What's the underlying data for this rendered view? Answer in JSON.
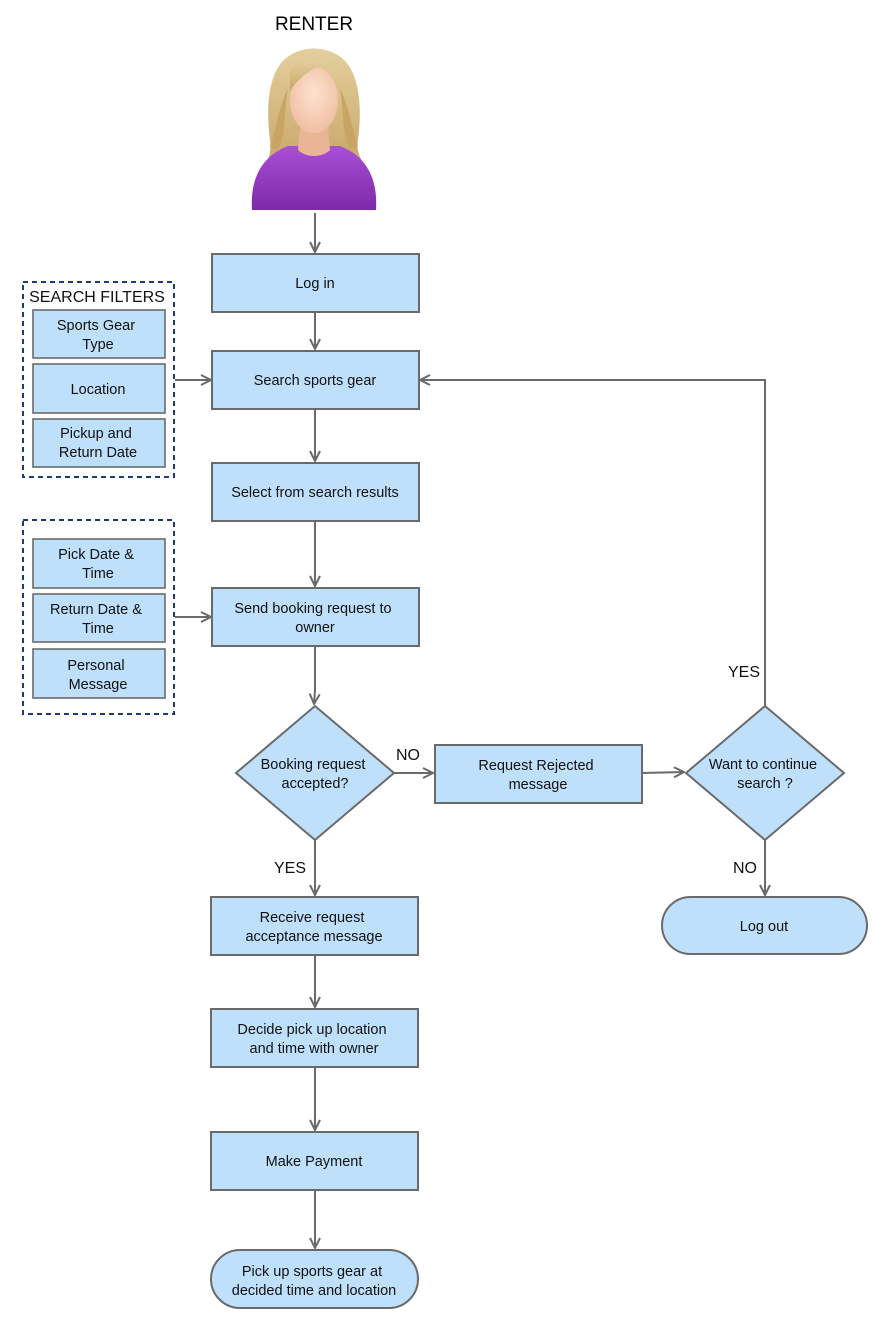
{
  "actor": {
    "title": "RENTER",
    "icon": "woman-avatar-icon"
  },
  "nodes": {
    "login": "Log in",
    "search": "Search sports gear",
    "select": "Select from search results",
    "send_booking": [
      "Send booking request to",
      "owner"
    ],
    "booking_accepted": [
      "Booking request",
      "accepted?"
    ],
    "rejected": [
      "Request Rejected",
      "message"
    ],
    "continue_search": [
      "Want to continue",
      "search ?"
    ],
    "logout": "Log out",
    "receive_acceptance": [
      "Receive request",
      "acceptance message"
    ],
    "decide_pickup": [
      "Decide pick up location",
      "and time with owner"
    ],
    "make_payment": "Make Payment",
    "pickup_gear": [
      "Pick up sports gear at",
      "decided time and location"
    ]
  },
  "search_filters": {
    "title": "SEARCH FILTERS",
    "items": [
      [
        "Sports Gear",
        "Type"
      ],
      [
        "Location"
      ],
      [
        "Pickup and",
        "Return Date"
      ]
    ]
  },
  "booking_fields": {
    "items": [
      [
        "Pick Date &",
        "Time"
      ],
      [
        "Return Date &",
        "Time"
      ],
      [
        "Personal",
        "Message"
      ]
    ]
  },
  "edge_labels": {
    "booking_no": "NO",
    "booking_yes": "YES",
    "continue_yes": "YES",
    "continue_no": "NO"
  },
  "colors": {
    "box_fill": "#bfe0fb",
    "box_stroke": "#6a6a6a",
    "group_border": "#1f3a7a",
    "avatar_shirt": "#9b3fc6",
    "avatar_hair": "#d9bf86"
  }
}
